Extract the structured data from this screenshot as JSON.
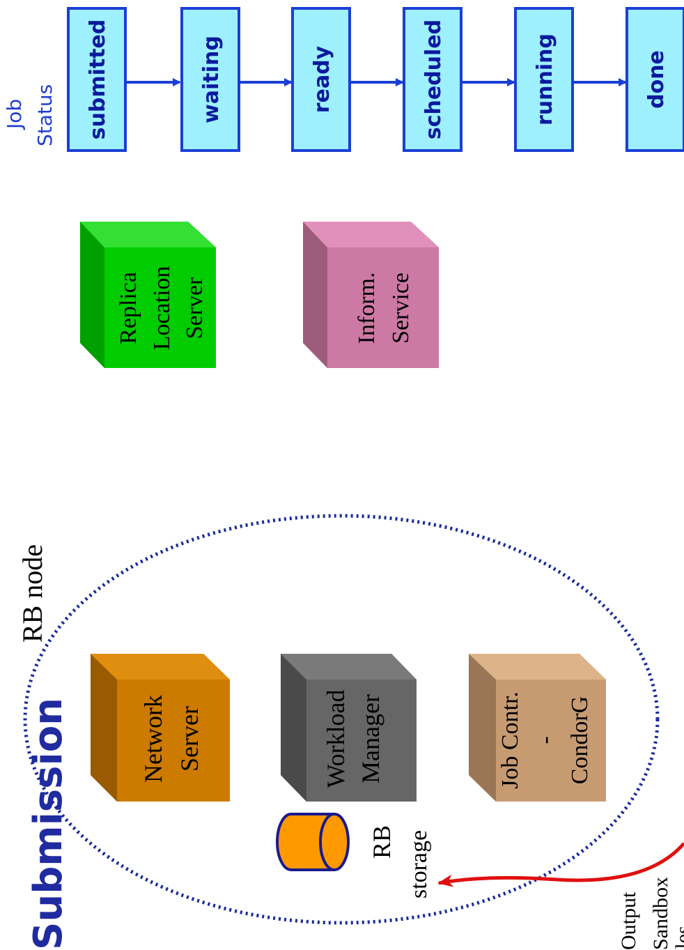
{
  "page_title": "Submission",
  "job_status": {
    "label_line1": "Job",
    "label_line2": "Status",
    "states": [
      "submitted",
      "waiting",
      "ready",
      "scheduled",
      "running",
      "done"
    ]
  },
  "services": {
    "replica": [
      "Replica",
      "Location",
      "Server"
    ],
    "inform": [
      "Inform.",
      "Service"
    ]
  },
  "rb_node": {
    "label": "RB node",
    "network_server": [
      "Network",
      "Server"
    ],
    "workload_manager": [
      "Workload",
      "Manager"
    ],
    "job_controller": [
      "Job Contr.",
      "-",
      "CondorG"
    ],
    "rb_storage": [
      "RB",
      "storage"
    ]
  },
  "output_sandbox": [
    "Output",
    "Sandbox",
    "files"
  ],
  "colors": {
    "status_box": "#9ff0ff",
    "status_border": "#1a3fd6",
    "replica": "#00cc00",
    "inform": "#cc7aa3",
    "network": "#cc7a00",
    "workload": "#666666",
    "jobcontr": "#c79b72",
    "storage": "#ff9900",
    "rb_ellipse": "#1a2a9c",
    "red_arrow": "#e01010"
  }
}
